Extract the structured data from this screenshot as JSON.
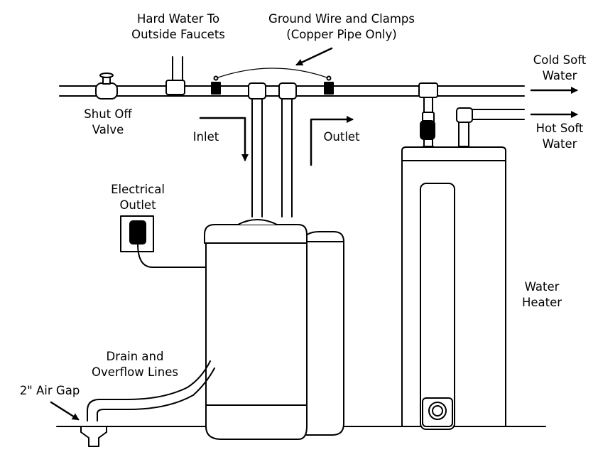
{
  "labels": {
    "hard_water": [
      "Hard Water To",
      "Outside Faucets"
    ],
    "ground_wire": [
      "Ground Wire and Clamps",
      "(Copper Pipe Only)"
    ],
    "cold_soft": [
      "Cold Soft",
      "Water"
    ],
    "hot_soft": [
      "Hot Soft",
      "Water"
    ],
    "shut_off": [
      "Shut Off",
      "Valve"
    ],
    "inlet": "Inlet",
    "outlet": "Outlet",
    "electrical_outlet": [
      "Electrical",
      "Outlet"
    ],
    "water_heater": [
      "Water",
      "Heater"
    ],
    "drain": [
      "Drain and",
      "Overflow Lines"
    ],
    "air_gap": "2\" Air Gap"
  },
  "colors": {
    "line": "#000000",
    "fill": "#ffffff"
  }
}
